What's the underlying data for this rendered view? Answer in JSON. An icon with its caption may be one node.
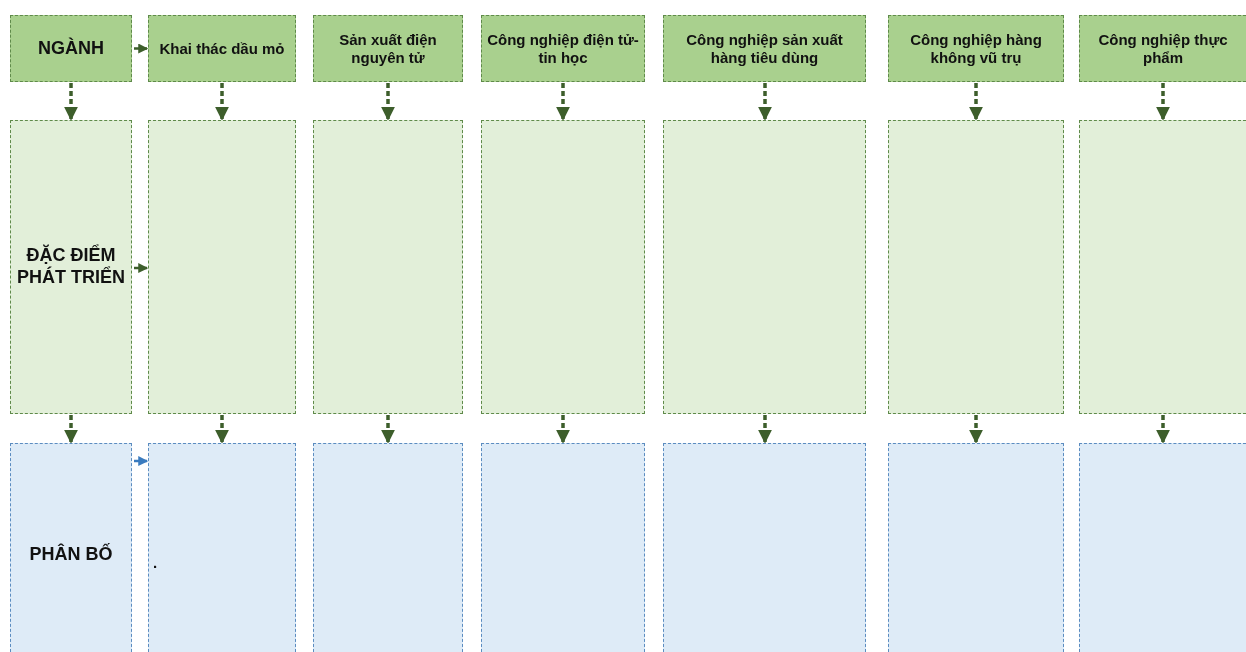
{
  "diagram": {
    "nodes": [
      {
        "text": [
          "NGÀNH"
        ]
      },
      {
        "text": [
          "Khai thác dầu mỏ"
        ]
      },
      {
        "text": [
          "Sản xuất điện nguyên tử"
        ]
      },
      {
        "text": [
          "Công nghiệp điện tử-tin học"
        ]
      },
      {
        "text": [
          "Công nghiệp sản xuất hàng tiêu dùng"
        ]
      },
      {
        "text": [
          "Công nghiệp hàng không vũ trụ"
        ]
      },
      {
        "text": [
          "Công nghiệp thực phẩm"
        ]
      },
      {
        "text": [
          "ĐẶC ĐIỂM PHÁT TRIỂN"
        ]
      },
      {
        "text": [],
        "shape": "box"
      },
      {
        "text": [],
        "shape": "box"
      },
      {
        "text": [],
        "shape": "box"
      },
      {
        "text": [],
        "shape": "box"
      },
      {
        "text": [],
        "shape": "box"
      },
      {
        "text": [],
        "shape": "box"
      },
      {
        "text": [
          "PHÂN BỐ"
        ]
      },
      {
        "text": [
          "."
        ]
      },
      {
        "text": [],
        "shape": "box"
      },
      {
        "text": [],
        "shape": "box"
      },
      {
        "text": [],
        "shape": "box"
      },
      {
        "text": [],
        "shape": "box"
      },
      {
        "text": [],
        "shape": "box"
      }
    ],
    "edges": [
      {
        "from": 0,
        "to": 1,
        "arrow": "to"
      },
      {
        "from": 0,
        "to": 7,
        "arrow": "to",
        "style": "dashed"
      },
      {
        "from": 1,
        "to": 8,
        "arrow": "to",
        "style": "dashed"
      },
      {
        "from": 2,
        "to": 9,
        "arrow": "to",
        "style": "dashed"
      },
      {
        "from": 3,
        "to": 10,
        "arrow": "to",
        "style": "dashed"
      },
      {
        "from": 4,
        "to": 11,
        "arrow": "to",
        "style": "dashed"
      },
      {
        "from": 5,
        "to": 12,
        "arrow": "to",
        "style": "dashed"
      },
      {
        "from": 6,
        "to": 13,
        "arrow": "to",
        "style": "dashed"
      },
      {
        "from": 7,
        "to": 8,
        "arrow": "to"
      },
      {
        "from": 7,
        "to": 14,
        "arrow": "to",
        "style": "dashed"
      },
      {
        "from": 8,
        "to": 15,
        "arrow": "to",
        "style": "dashed"
      },
      {
        "from": 9,
        "to": 16,
        "arrow": "to",
        "style": "dashed"
      },
      {
        "from": 10,
        "to": 17,
        "arrow": "to",
        "style": "dashed"
      },
      {
        "from": 11,
        "to": 18,
        "arrow": "to",
        "style": "dashed"
      },
      {
        "from": 12,
        "to": 19,
        "arrow": "to",
        "style": "dashed"
      },
      {
        "from": 13,
        "to": 20,
        "arrow": "to",
        "style": "dashed"
      },
      {
        "from": 14,
        "to": 15,
        "arrow": "to",
        "color": "#3a7bbf"
      }
    ]
  }
}
